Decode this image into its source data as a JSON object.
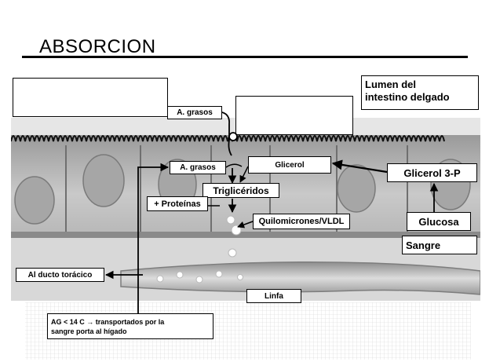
{
  "slide": {
    "title": "ABSORCION",
    "labels": {
      "lumen": "Lumen del\nintestino delgado",
      "a_grasos_top": "A. grasos",
      "a_grasos_mid": "A. grasos",
      "glicerol": "Glicerol",
      "glicerol_3p": "Glicerol 3-P",
      "trigliceridos": "Triglicéridos",
      "proteinas": "+ Proteínas",
      "quilomicrones": "Quilomicrones/VLDL",
      "glucosa": "Glucosa",
      "sangre": "Sangre",
      "ducto": "Al ducto torácico",
      "linfa": "Linfa",
      "ag_note": "AG < 14 C → transportados por la\nsangre porta al hígado"
    }
  },
  "colors": {
    "slide_background": "#ffffff",
    "tissue_gray": "#b8b8b8",
    "lymph_vessel": "#bfbfbf",
    "text": "#000000"
  }
}
